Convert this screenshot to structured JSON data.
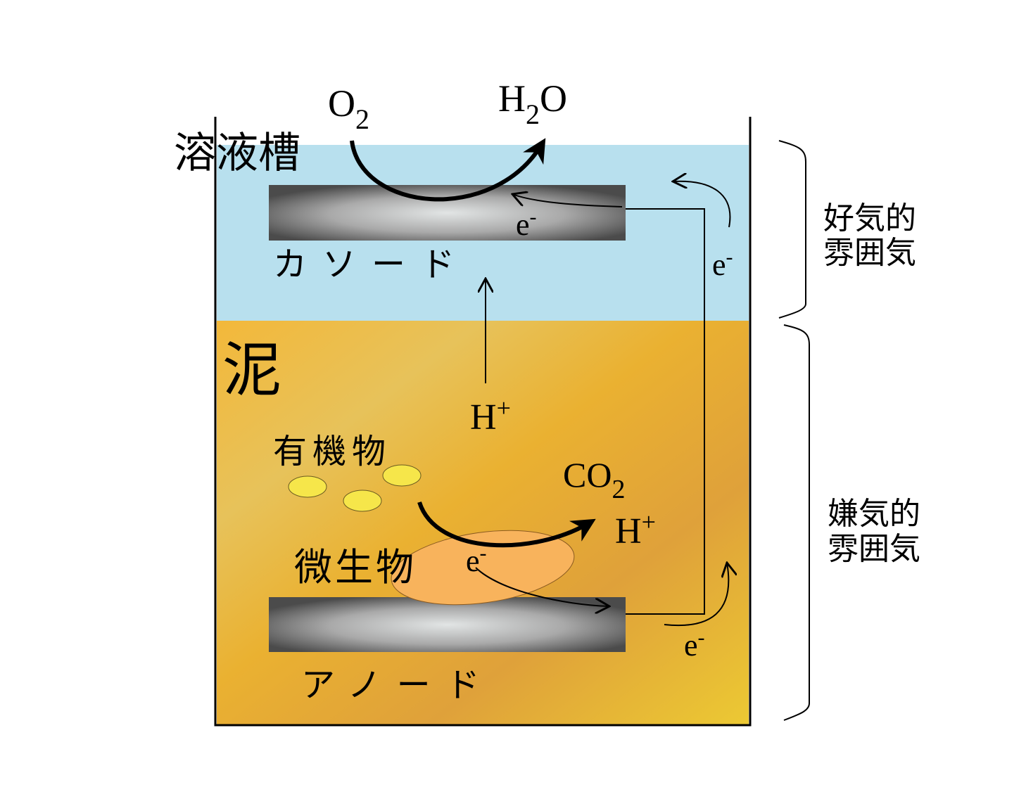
{
  "labels": {
    "solution_tank": "溶液槽",
    "mud": "泥",
    "cathode": "カソード",
    "anode": "アノード",
    "organic_matter": "有機物",
    "microbe": "微生物",
    "o2": "O",
    "o2_sub": "2",
    "h2o_h": "H",
    "h2o_sub": "2",
    "h2o_o": "O",
    "co2": "CO",
    "co2_sub": "2",
    "h_plus_main": "H",
    "h_plus_anode": "H",
    "plus_sign": "+",
    "electron": "e",
    "minus_sign": "-",
    "aerobic_line1": "好気的",
    "aerobic_line2": "雰囲気",
    "anaerobic_line1": "嫌気的",
    "anaerobic_line2": "雰囲気"
  },
  "colors": {
    "water": "#b8e0ee",
    "mud_light": "#f4c23c",
    "mud_dark": "#e1a236",
    "electrode_light": "#dfe2e2",
    "electrode_dark": "#545454",
    "organic_particle": "#f6e64a",
    "microbe": "#f8b35c"
  }
}
